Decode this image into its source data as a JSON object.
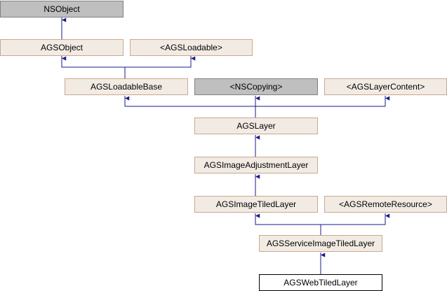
{
  "nodes": {
    "nsobject": "NSObject",
    "agsobject": "AGSObject",
    "agsloadable": "<AGSLoadable>",
    "agsloadablebase": "AGSLoadableBase",
    "nscopying": "<NSCopying>",
    "agslayercontent": "<AGSLayerContent>",
    "agslayer": "AGSLayer",
    "agsimageadjustmentlayer": "AGSImageAdjustmentLayer",
    "agsimagetiledlayer": "AGSImageTiledLayer",
    "agsremoteresource": "<AGSRemoteResource>",
    "agsserviceimagetiledlayer": "AGSServiceImageTiledLayer",
    "agswebtiledlayer": "AGSWebTiledLayer"
  },
  "edge_color": "#1a1a8c"
}
